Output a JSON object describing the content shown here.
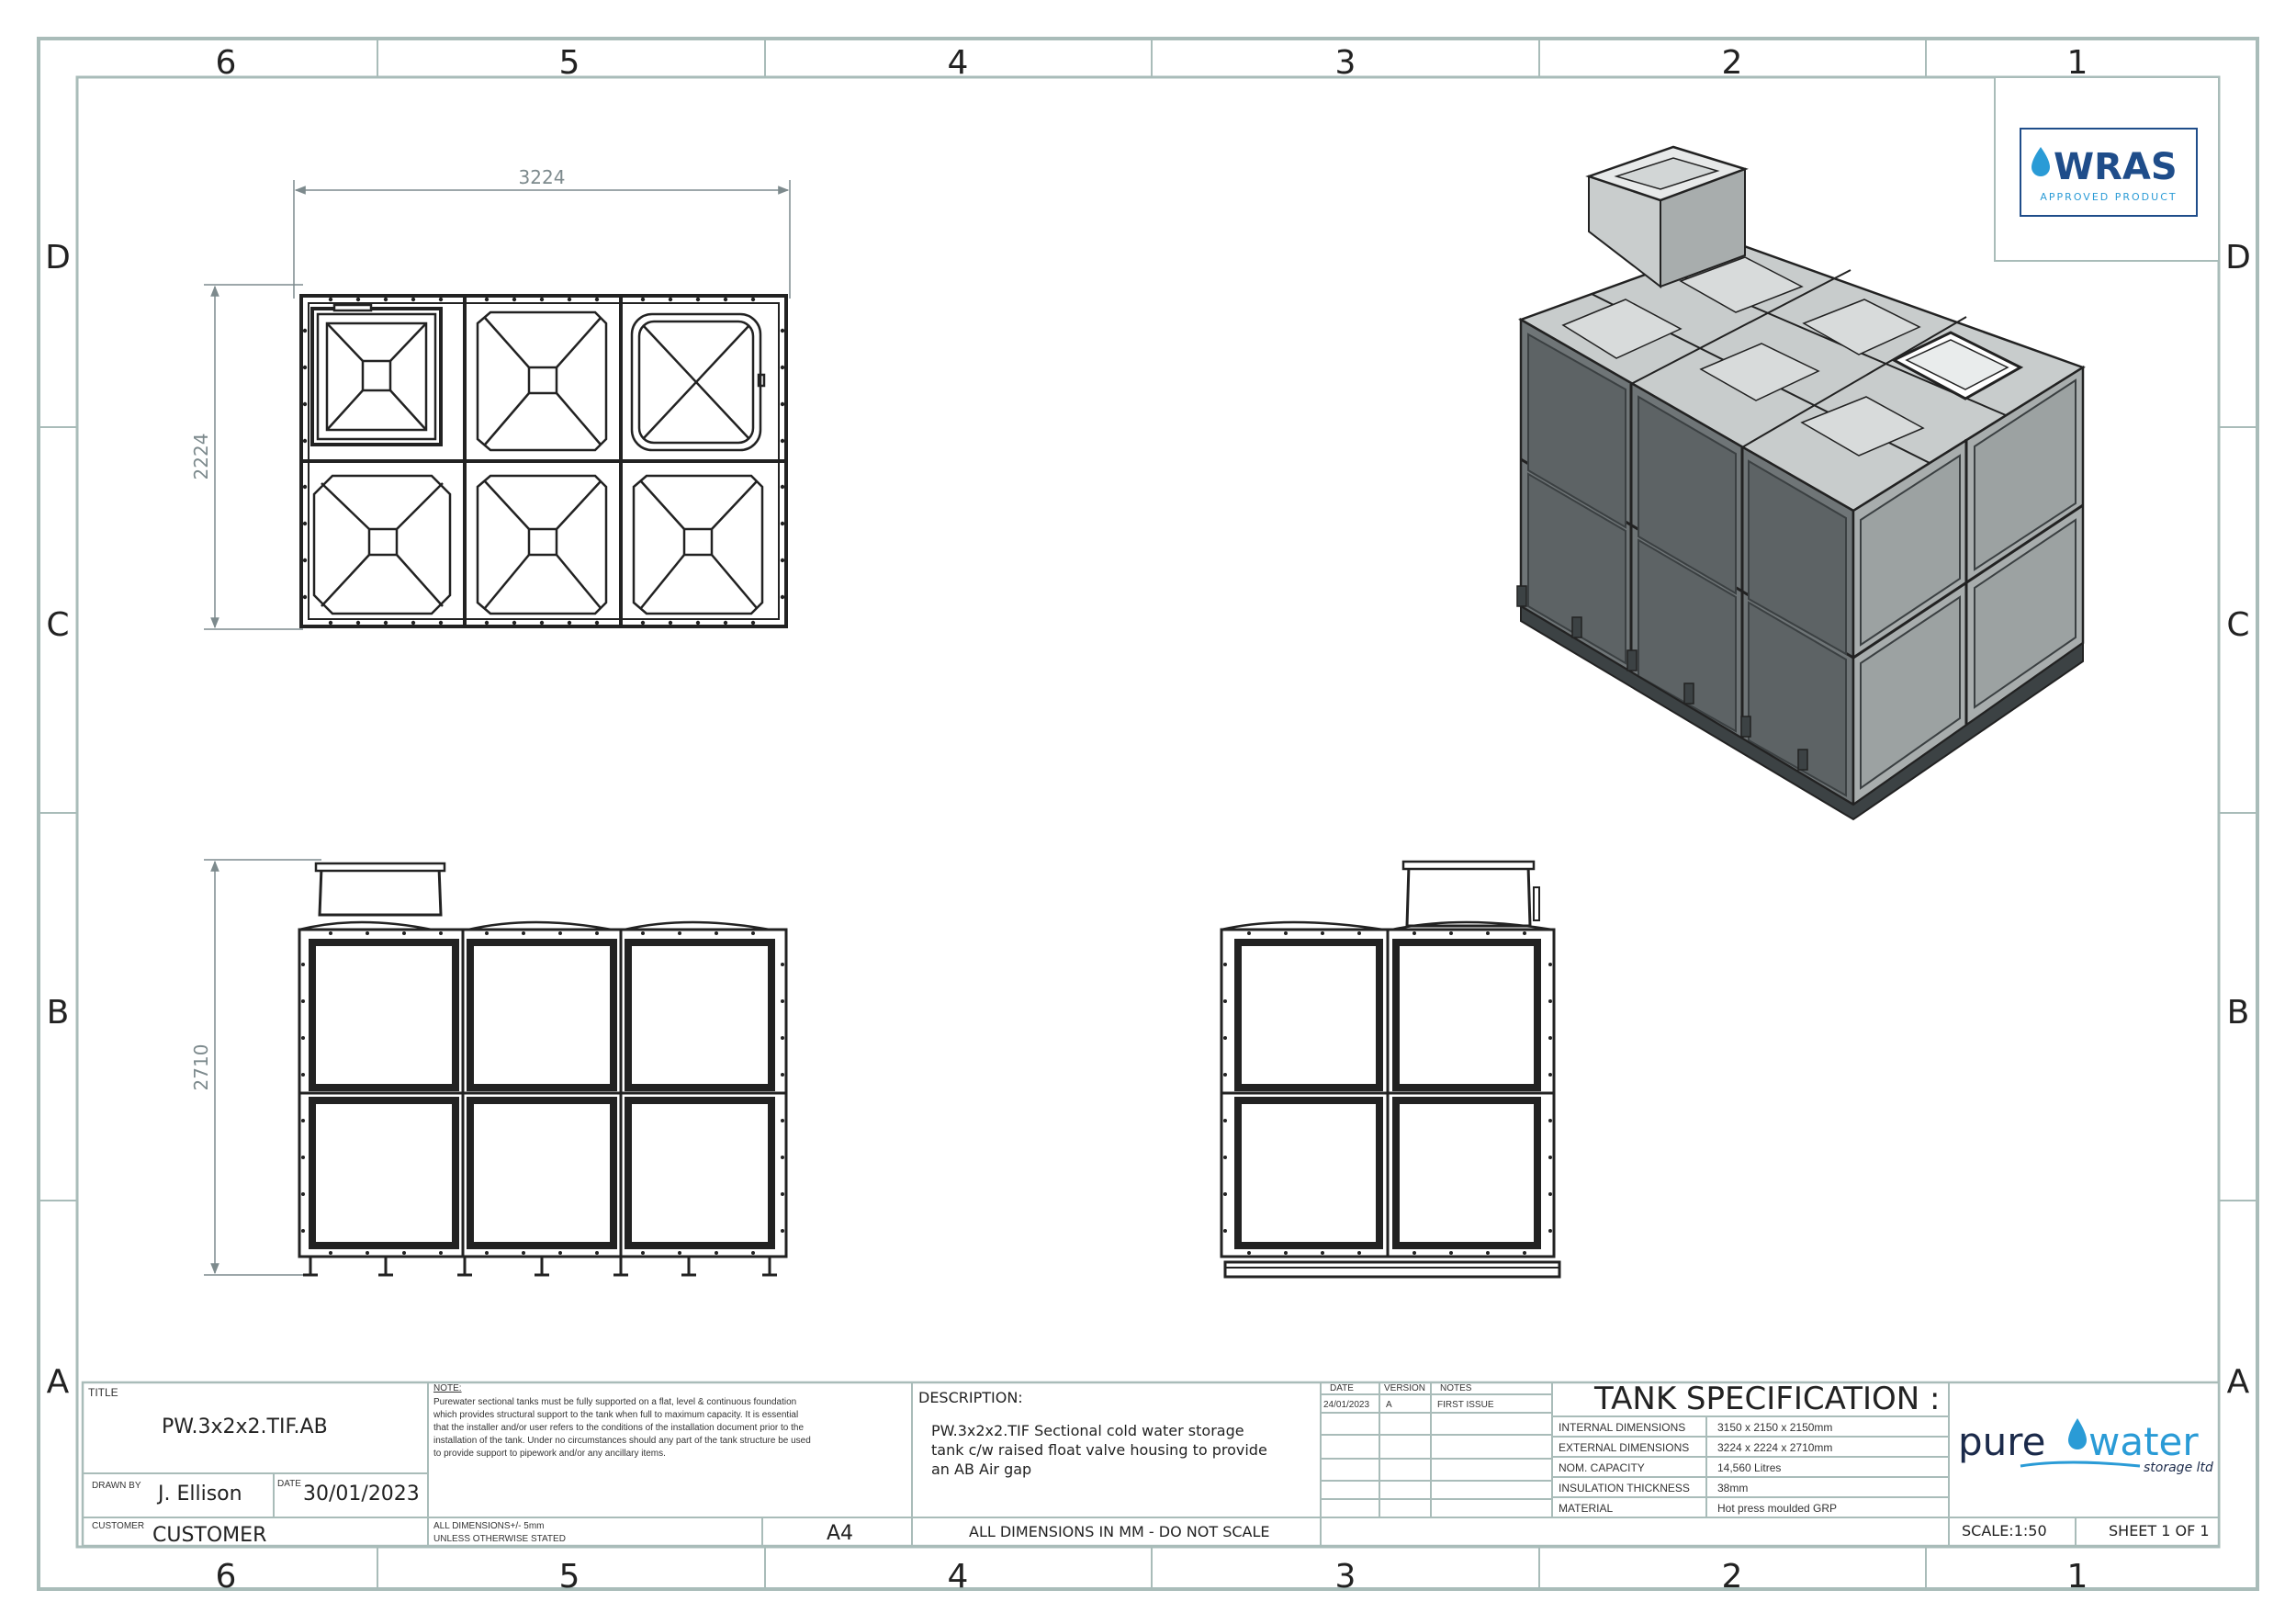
{
  "border": {
    "column_labels": [
      "6",
      "5",
      "4",
      "3",
      "2",
      "1"
    ],
    "row_labels": [
      "D",
      "C",
      "B",
      "A"
    ]
  },
  "views": {
    "top_width": "3224",
    "top_depth": "2224",
    "front_height": "2710"
  },
  "wras": {
    "name": "WRAS",
    "tagline": "APPROVED PRODUCT"
  },
  "title_block": {
    "title_label": "TITLE",
    "title": "PW.3x2x2.TIF.AB",
    "drawn_by_label": "DRAWN BY",
    "drawn_by": "J. Ellison",
    "date_label": "DATE",
    "date": "30/01/2023",
    "customer_label": "CUSTOMER",
    "customer": "CUSTOMER",
    "note_heading": "NOTE:",
    "note_lines": [
      "Purewater sectional tanks must be fully supported on a flat, level & continuous foundation",
      "which provides structural support to the tank when full to maximum capacity. It is essential",
      "that the installer and/or user refers to the conditions of the installation document prior to the",
      "installation of the tank. Under no circumstances should any part of the tank structure be used",
      "to provide support to pipework and/or any ancillary items."
    ],
    "tolerance_line1": "ALL DIMENSIONS+/- 5mm",
    "tolerance_line2": "UNLESS OTHERWISE STATED",
    "paper_size": "A4",
    "description_label": "DESCRIPTION:",
    "description_lines": [
      "PW.3x2x2.TIF Sectional cold water storage",
      "tank c/w raised float valve housing to provide",
      "an AB Air gap"
    ],
    "dimensions_note": "ALL DIMENSIONS IN MM - DO NOT SCALE",
    "revision_headers": [
      "DATE",
      "VERSION",
      "NOTES"
    ],
    "revision_row": [
      "24/01/2023",
      "A",
      "FIRST ISSUE"
    ],
    "spec_title": "TANK SPECIFICATION :",
    "spec_rows": [
      {
        "label": "INTERNAL DIMENSIONS",
        "value": "3150 x 2150 x 2150mm"
      },
      {
        "label": "EXTERNAL DIMENSIONS",
        "value": "3224 x 2224 x 2710mm"
      },
      {
        "label": "NOM. CAPACITY",
        "value": "14,560 Litres"
      },
      {
        "label": "INSULATION THICKNESS",
        "value": "38mm"
      },
      {
        "label": "MATERIAL",
        "value": "Hot press moulded GRP"
      }
    ],
    "brand_word1": "pure",
    "brand_word2": "water",
    "brand_sub": "storage ltd",
    "scale": "SCALE:1:50",
    "sheet": "SHEET 1 OF 1"
  }
}
